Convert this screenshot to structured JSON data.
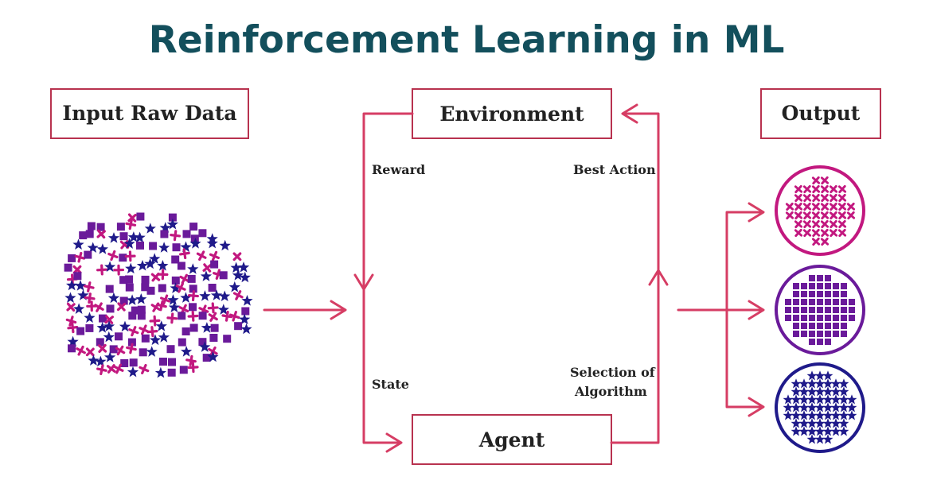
{
  "title": "Reinforcement Learning in ML",
  "boxes": {
    "input": "Input Raw Data",
    "environment": "Environment",
    "agent": "Agent",
    "output": "Output"
  },
  "edge_labels": {
    "reward": "Reward",
    "best_action": "Best Action",
    "state": "State",
    "selection_line1": "Selection of",
    "selection_line2": "Algorithm"
  },
  "colors": {
    "title": "#134f5c",
    "accent": "#d63d64",
    "magenta": "#c2187f",
    "purple": "#6a1a9a",
    "navy": "#1f1a8a",
    "text": "#222222"
  },
  "icons": {
    "cluster_shapes": [
      "square-icon",
      "star-icon",
      "cross-icon"
    ]
  }
}
